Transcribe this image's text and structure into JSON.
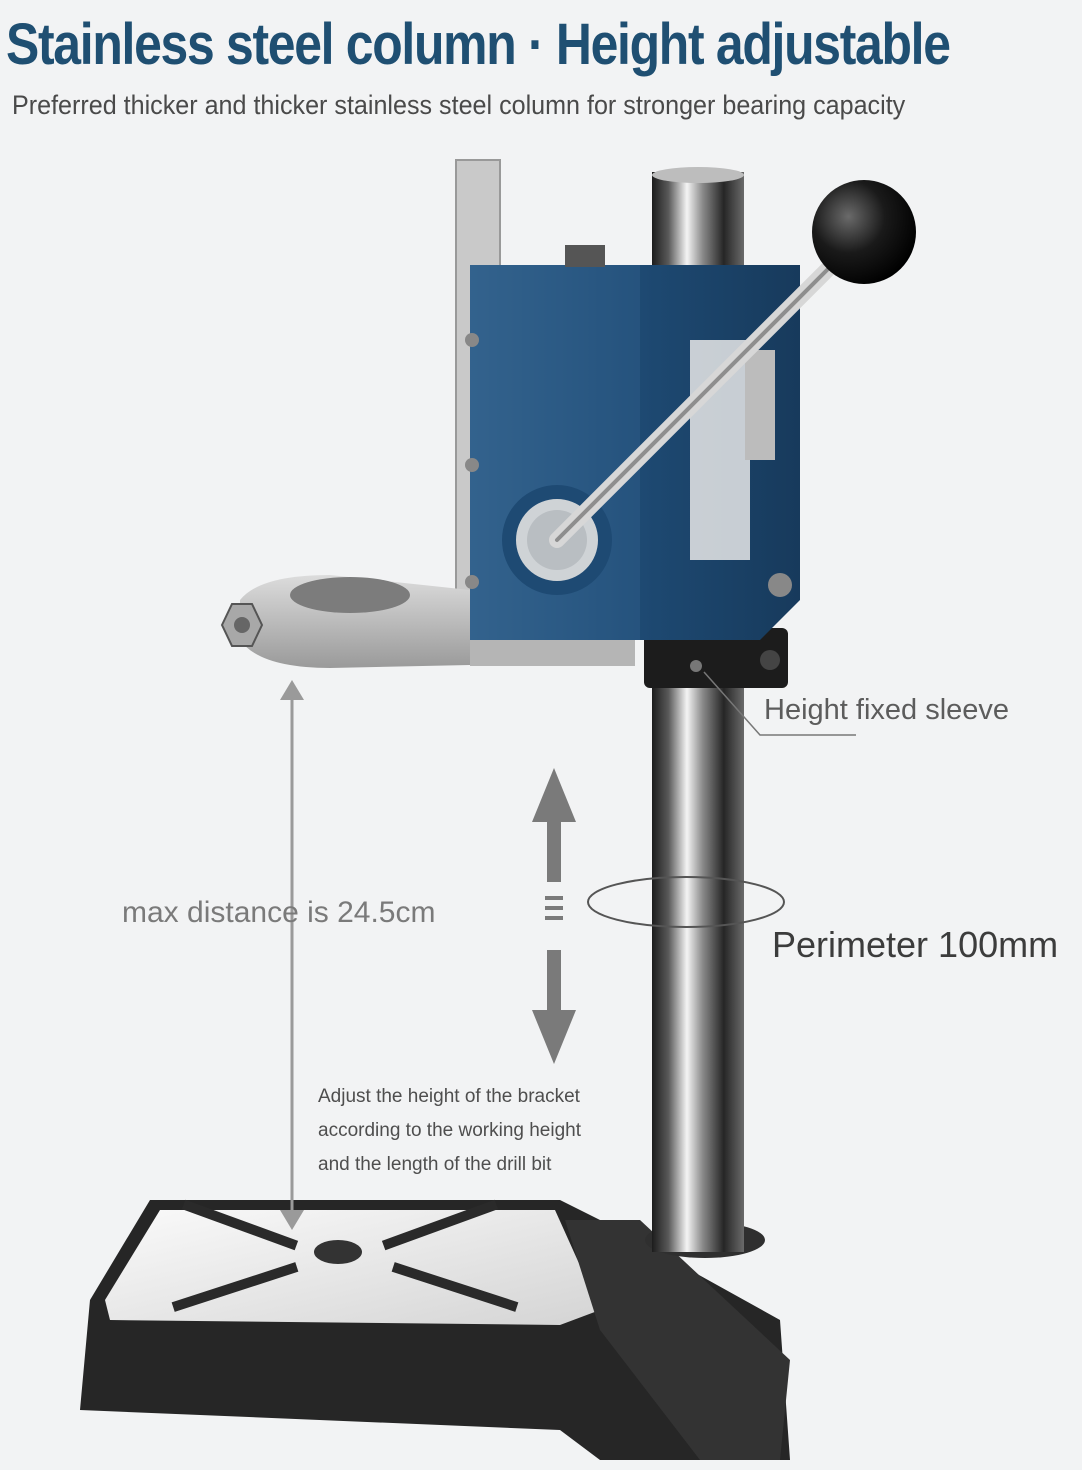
{
  "header": {
    "title": "Stainless steel column · Height adjustable",
    "subtitle": "Preferred thicker and thicker stainless steel column for stronger bearing capacity"
  },
  "callouts": {
    "height_sleeve": "Height fixed sleeve",
    "max_distance": "max distance is 24.5cm",
    "perimeter": "Perimeter 100mm",
    "adjust_note": [
      "Adjust the height of the bracket",
      "according to the working height",
      "and the length of the drill bit"
    ]
  },
  "colors": {
    "title": "#1f4f72",
    "carriage_blue": "#1e4a73",
    "base_black": "#2a2a2a"
  }
}
